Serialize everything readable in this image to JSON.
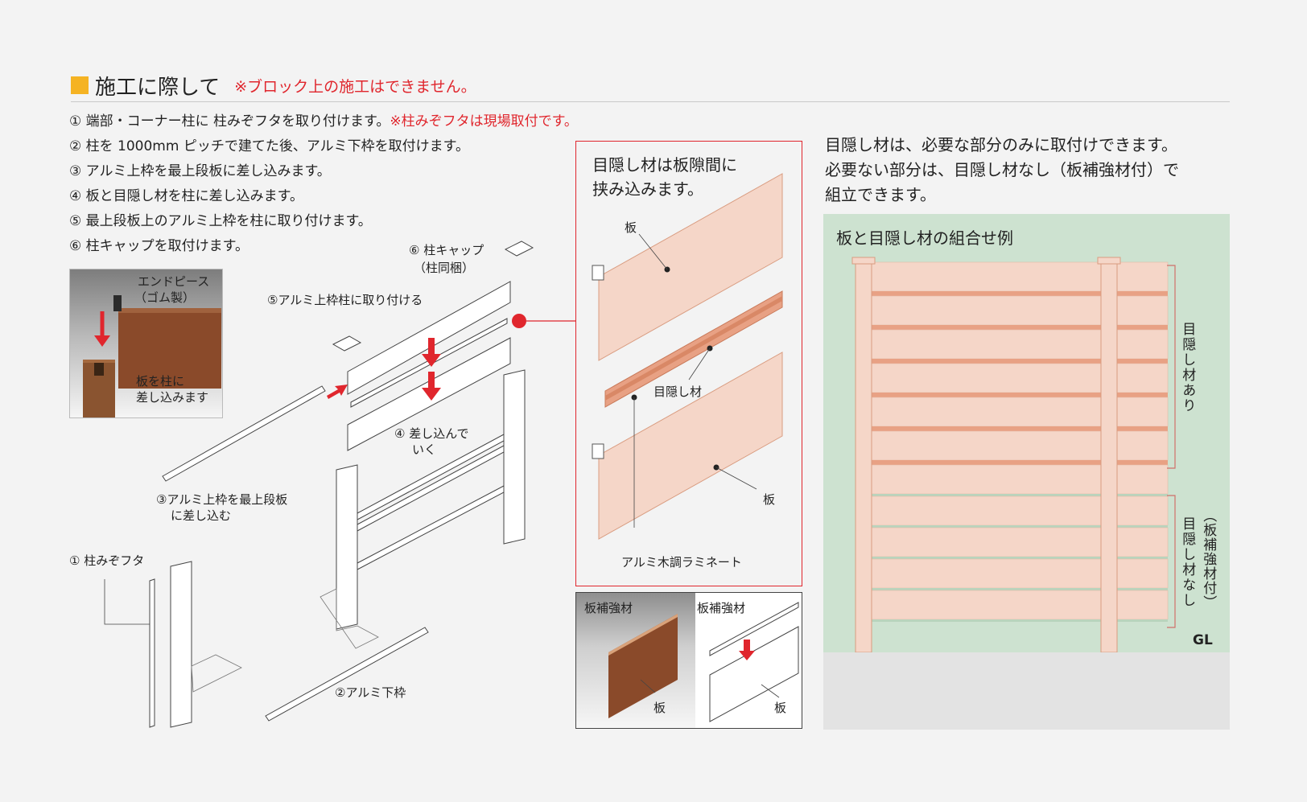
{
  "header": {
    "title": "施工に際して",
    "note": "※ブロック上の施工はできません。"
  },
  "steps": [
    {
      "text": "① 端部・コーナー柱に 柱みぞフタを取り付けます。",
      "note": "※柱みぞフタは現場取付です。"
    },
    {
      "text": "② 柱を 1000mm ピッチで建てた後、アルミ下枠を取付けます。",
      "note": ""
    },
    {
      "text": "③ アルミ上枠を最上段板に差し込みます。",
      "note": ""
    },
    {
      "text": "④ 板と目隠し材を柱に差し込みます。",
      "note": ""
    },
    {
      "text": "⑤ 最上段板上のアルミ上枠を柱に取り付けます。",
      "note": ""
    },
    {
      "text": "⑥ 柱キャップを取付けます。",
      "note": ""
    }
  ],
  "inset_endpiece": {
    "label1": "エンドピース",
    "label2": "（ゴム製）",
    "label3": "板を柱に",
    "label4": "差し込みます"
  },
  "callouts": {
    "cap1": "⑥ 柱キャップ",
    "cap2": "（柱同梱）",
    "top_frame": "⑤アルミ上枠柱に取り付ける",
    "insert1": "④ 差し込んで",
    "insert2": "いく",
    "upper1": "③アルミ上枠を最上段板",
    "upper2": "に差し込む",
    "groove": "① 柱みぞフタ",
    "lower": "②アルミ下枠"
  },
  "detail_box": {
    "heading1": "目隠し材は板隙間に",
    "heading2": "挟み込みます。",
    "board_top": "板",
    "screen": "目隠し材",
    "board_bottom": "板",
    "laminate": "アルミ木調ラミネート"
  },
  "reinforce_box": {
    "left_label": "板補強材",
    "left_board": "板",
    "right_label": "板補強材",
    "right_board": "板"
  },
  "right_text": {
    "line1": "目隠し材は、必要な部分のみに取付けできます。",
    "line2": "必要ない部分は、目隠し材なし（板補強材付）で",
    "line3": "組立できます。"
  },
  "combo": {
    "title": "板と目隠し材の組合せ例",
    "with_screen": "目隠し材あり",
    "without_screen": "目隠し材なし",
    "reinforced": "（板補強材付）",
    "gl": "GL"
  },
  "colors": {
    "accent": "#f5b323",
    "red": "#e0262d",
    "board": "#f5d6c8",
    "screen_strip": "#e8a184",
    "wood": "#8a4a2a",
    "green_bg": "#cde2d0"
  }
}
